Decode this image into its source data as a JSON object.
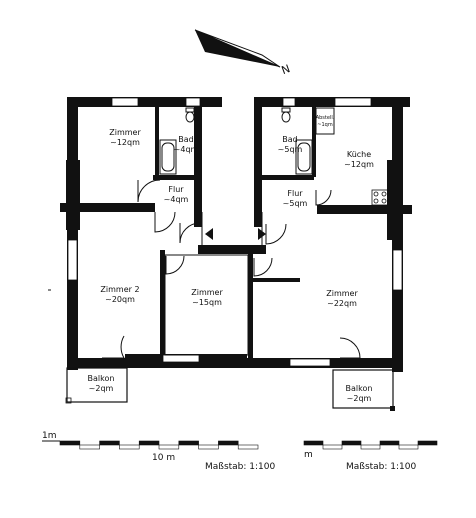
{
  "rooms": {
    "zimmer_nw": {
      "name": "Zimmer",
      "area": "~12qm"
    },
    "bad_left": {
      "name": "Bad",
      "area": "~4qm"
    },
    "flur_left": {
      "name": "Flur",
      "area": "~4qm"
    },
    "bad_right": {
      "name": "Bad",
      "area": "~5qm"
    },
    "abstell": {
      "name": "Abstell.",
      "area": "~1qm"
    },
    "kueche": {
      "name": "Küche",
      "area": "~12qm"
    },
    "flur_right": {
      "name": "Flur",
      "area": "~5qm"
    },
    "zimmer2": {
      "name": "Zimmer 2",
      "area": "~20qm"
    },
    "zimmer_mid": {
      "name": "Zimmer",
      "area": "~15qm"
    },
    "zimmer_se": {
      "name": "Zimmer",
      "area": "~22qm"
    },
    "balkon_left": {
      "name": "Balkon",
      "area": "~2qm"
    },
    "balkon_right": {
      "name": "Balkon",
      "area": "~2qm"
    }
  },
  "north": {
    "label": "N"
  },
  "scales": {
    "left": {
      "start": "1m",
      "mid": "10  m",
      "caption": "Maßstab:  1:100"
    },
    "right": {
      "start": "m",
      "caption": "Maßstab:  1:100"
    }
  }
}
